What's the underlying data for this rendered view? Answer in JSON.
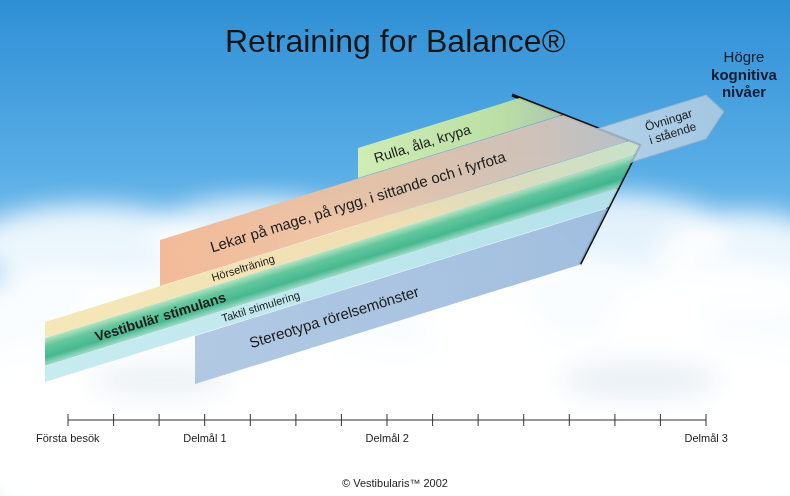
{
  "diagram": {
    "title": "Retraining for Balance®",
    "nodes": [
      {
        "text": [
          "Rulla, åla, krypa"
        ]
      },
      {
        "text": [
          "Lekar på mage, på rygg, i sittande och i fyrfota"
        ]
      },
      {
        "text": [
          "Hörselträning"
        ]
      },
      {
        "text": [
          "Vestibulär stimulans"
        ]
      },
      {
        "text": [
          "Taktil stimulering"
        ]
      },
      {
        "text": [
          "Stereotypa rörelsemönster"
        ]
      },
      {
        "text": [
          "Övningar i stående"
        ]
      }
    ],
    "labels": [
      "Högre",
      "kognitiva nivåer",
      "Första besök",
      "Delmål 1",
      "Delmål 2",
      "Delmål 3",
      "© Vestibularis™ 2002"
    ]
  }
}
